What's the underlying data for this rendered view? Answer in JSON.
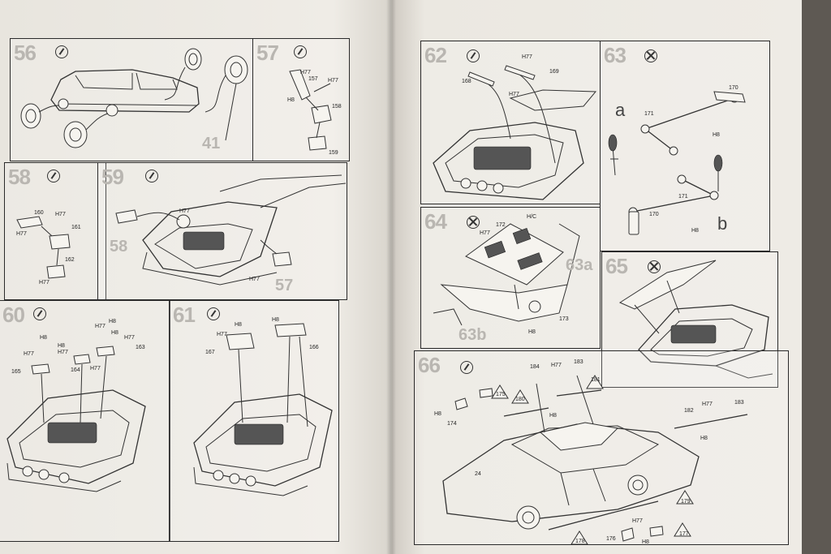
{
  "left_page": {
    "steps": [
      {
        "num": "56",
        "icon": "glue-icon",
        "labels": [
          "41"
        ]
      },
      {
        "num": "57",
        "icon": "glue-icon",
        "labels": [
          "H77",
          "157",
          "H77",
          "H8",
          "158",
          "159"
        ]
      },
      {
        "num": "58",
        "icon": "glue-icon",
        "labels": [
          "160",
          "H77",
          "H77",
          "161",
          "162",
          "H77"
        ]
      },
      {
        "num": "59",
        "icon": "glue-icon",
        "labels": [
          "H77",
          "58",
          "H77",
          "57"
        ]
      },
      {
        "num": "60",
        "icon": "glue-icon",
        "labels": [
          "H8",
          "H77",
          "H8",
          "H77",
          "H8",
          "H77",
          "163",
          "H8",
          "H77",
          "165",
          "164",
          "H77"
        ]
      },
      {
        "num": "61",
        "icon": "glue-icon",
        "labels": [
          "H8",
          "H77",
          "167",
          "H8",
          "166"
        ]
      }
    ]
  },
  "right_page": {
    "steps": [
      {
        "num": "62",
        "icon": "glue-icon",
        "labels": [
          "H77",
          "168",
          "169",
          "H77"
        ]
      },
      {
        "num": "63",
        "icon": "noglue-icon",
        "labels": [
          "170",
          "171",
          "H8",
          "a",
          "171",
          "170",
          "H8",
          "b"
        ]
      },
      {
        "num": "64",
        "icon": "noglue-icon",
        "labels": [
          "172",
          "H77",
          "H/C",
          "63a",
          "173",
          "63b",
          "H8"
        ]
      },
      {
        "num": "65",
        "icon": "noglue-icon",
        "labels": []
      },
      {
        "num": "66",
        "icon": "glue-icon",
        "labels": [
          "184",
          "H77",
          "183",
          "181",
          "175",
          "180",
          "H8",
          "174",
          "H8",
          "182",
          "H77",
          "183",
          "H8",
          "24",
          "179",
          "H77",
          "178",
          "176",
          "H8",
          "177"
        ]
      }
    ]
  }
}
